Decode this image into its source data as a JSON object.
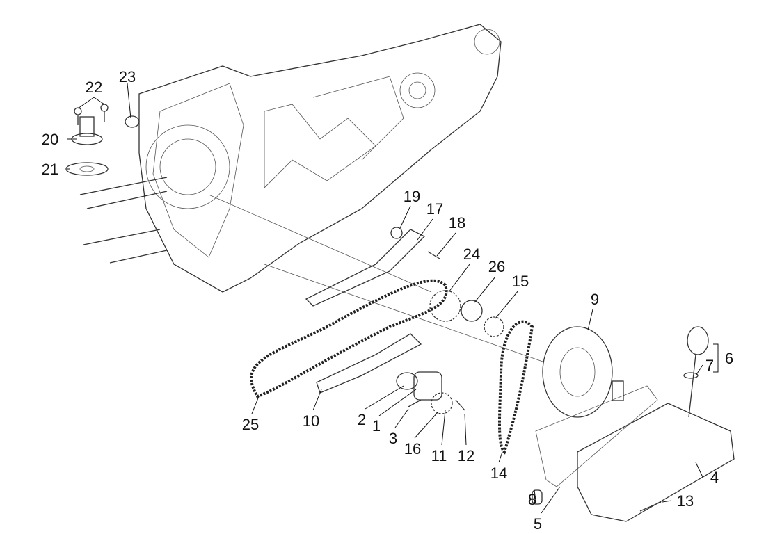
{
  "diagram": {
    "title": "Exploded parts diagram - engine crankcase, timing chain and oil pump",
    "callouts": [
      "1",
      "2",
      "3",
      "4",
      "5",
      "6",
      "7",
      "8",
      "9",
      "10",
      "11",
      "12",
      "13",
      "14",
      "15",
      "16",
      "17",
      "18",
      "19",
      "20",
      "21",
      "22",
      "23",
      "24",
      "25",
      "26"
    ]
  }
}
